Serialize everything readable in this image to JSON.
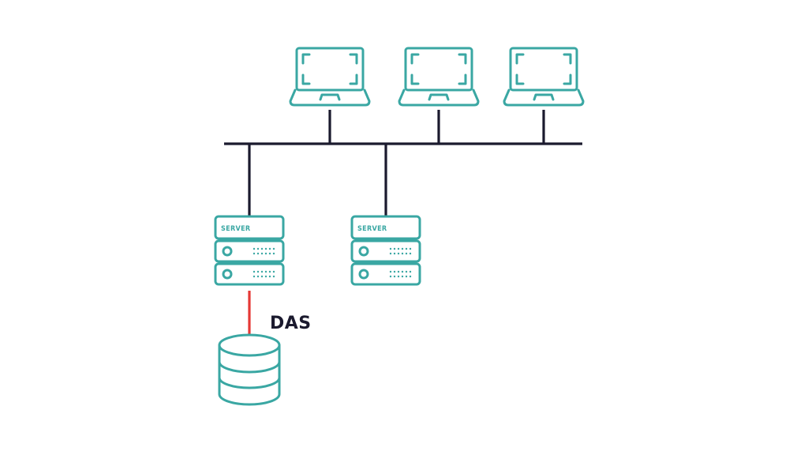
{
  "colors": {
    "device": "#3aa7a3",
    "network": "#1b1a2e",
    "das_link": "#e53935",
    "background": "#ffffff",
    "label": "#1b1a2e"
  },
  "icons": {
    "client": "laptop-icon",
    "server": "server-rack-icon",
    "storage": "database-cylinder-icon"
  },
  "diagram": {
    "clients": [
      {
        "id": "laptop-1"
      },
      {
        "id": "laptop-2"
      },
      {
        "id": "laptop-3"
      }
    ],
    "servers": [
      {
        "id": "server-1",
        "label": "SERVER"
      },
      {
        "id": "server-2",
        "label": "SERVER"
      }
    ],
    "storage": {
      "id": "das-storage"
    },
    "das_label": "DAS"
  }
}
